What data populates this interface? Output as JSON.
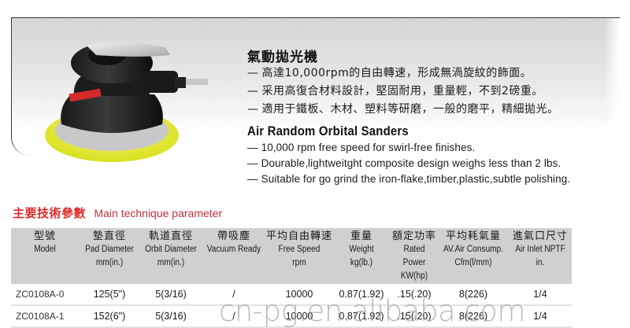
{
  "product": {
    "image_alt": "air random orbital sander with black body and yellow pad",
    "cn_title": "氣動拋光機",
    "cn_features": [
      "高達10,000rpm的自由轉速，形成無渦旋紋的飾面。",
      "采用高復合材料設計，堅固耐用，重量輕，不到2磅重。",
      "適用于鐵板、木材、塑料等研磨，一般的磨平，精細拋光。"
    ],
    "en_title": "Air Random Orbital Sanders",
    "en_features": [
      "10,000 rpm free speed for swirl-free finishes.",
      "Dourable,lightweitght composite design weighs less than 2 lbs.",
      "Suitable for go grind the iron-flake,timber,plastic,subtle polishing."
    ],
    "bullet_dash": "—"
  },
  "specs": {
    "heading_cn": "主要技術參數",
    "heading_en": "Main technique parameter",
    "columns": [
      {
        "cn": "型號",
        "en": "Model",
        "unit": ""
      },
      {
        "cn": "墊直徑",
        "en": "Pad Diameter",
        "unit": "mm(in.)"
      },
      {
        "cn": "軌道直徑",
        "en": "Orbit Diameter",
        "unit": "mm(in.)"
      },
      {
        "cn": "帶吸塵",
        "en": "Vacuum Ready",
        "unit": ""
      },
      {
        "cn": "平均自由轉速",
        "en": "Free Speed",
        "unit": "rpm"
      },
      {
        "cn": "重量",
        "en": "Weight",
        "unit": "kg(lb.)"
      },
      {
        "cn": "額定功率",
        "en": "Rated Power",
        "unit": "KW(hp)"
      },
      {
        "cn": "平均耗氣量",
        "en": "AV.Air Consump.",
        "unit": "Cfm(l/mm)"
      },
      {
        "cn": "進氣口尺寸",
        "en": "Air Inlet NPTF",
        "unit": "in."
      }
    ],
    "rows": [
      [
        "ZC0108A-0",
        "125(5\")",
        "5(3/16)",
        "/",
        "10000",
        "0.87(1.92)",
        ".15(.20)",
        "8(226)",
        "1/4"
      ],
      [
        "ZC0108A-1",
        "152(6\")",
        "5(3/16)",
        "/",
        "10000",
        "0.87(1.92)",
        ".15(.20)",
        "8(226)",
        "1/4"
      ]
    ]
  },
  "watermark": "cn-pg.en.alibaba.com",
  "colors": {
    "heading_red": "#e02a2a",
    "header_bg": "#d0d0d0",
    "pad_yellow": "#e8f03a"
  }
}
